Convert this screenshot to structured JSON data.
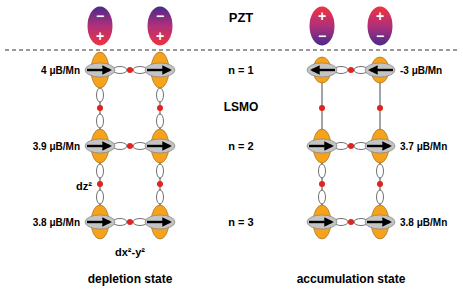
{
  "diagram": {
    "nodes": [
      {
        "text": [
          "−",
          "+"
        ]
      },
      {
        "text": [
          "−",
          "+"
        ]
      },
      {
        "text": [
          "+",
          "−"
        ]
      },
      {
        "text": [
          "+",
          "−"
        ]
      }
    ],
    "labels": [
      "PZT",
      "4 μB/Mn",
      "n = 1",
      "-3 μB/Mn",
      "LSMO",
      "3.9 μB/Mn",
      "n = 2",
      "3.7 μB/Mn",
      "dz²",
      "3.8 μB/Mn",
      "n = 3",
      "3.8 μB/Mn",
      "dx²-y²",
      "depletion state",
      "accumulation state"
    ]
  }
}
